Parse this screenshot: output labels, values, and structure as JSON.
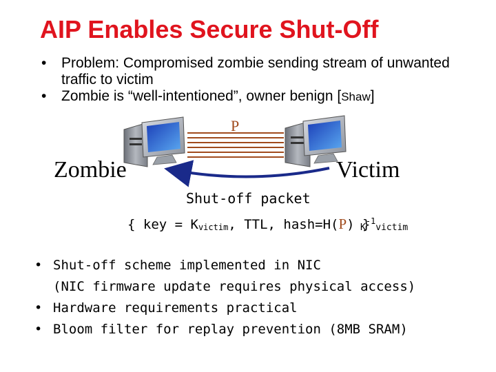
{
  "title": "AIP Enables Secure Shut-Off",
  "top_bullets": [
    {
      "text": "Problem: Compromised zombie sending stream of unwanted traffic to victim"
    },
    {
      "text": "Zombie is “well-intentioned”, owner benign [",
      "cite": "Shaw",
      "tail": "]"
    }
  ],
  "diagram": {
    "packet_label": "P",
    "zombie_label": "Zombie",
    "victim_label": "Victim",
    "shutoff_title": "Shut-off packet",
    "shutoff_body_pre": "{ key = K",
    "shutoff_key_sub": "victim",
    "shutoff_body_mid": ", TTL, hash=H(",
    "shutoff_body_p": "P",
    "shutoff_body_post": ") }",
    "sign_k": "K",
    "sign_sup": "-1",
    "sign_sub": "victim",
    "colors": {
      "arrow": "#1a2a8a",
      "packet": "#a04a1c",
      "title": "#e0141e"
    }
  },
  "bottom_bullets": [
    {
      "line1": "Shut-off scheme implemented in NIC",
      "line2": "(NIC firmware update requires physical access)"
    },
    {
      "line1": "Hardware requirements practical"
    },
    {
      "line1": "Bloom filter for replay prevention (8MB SRAM)"
    }
  ]
}
